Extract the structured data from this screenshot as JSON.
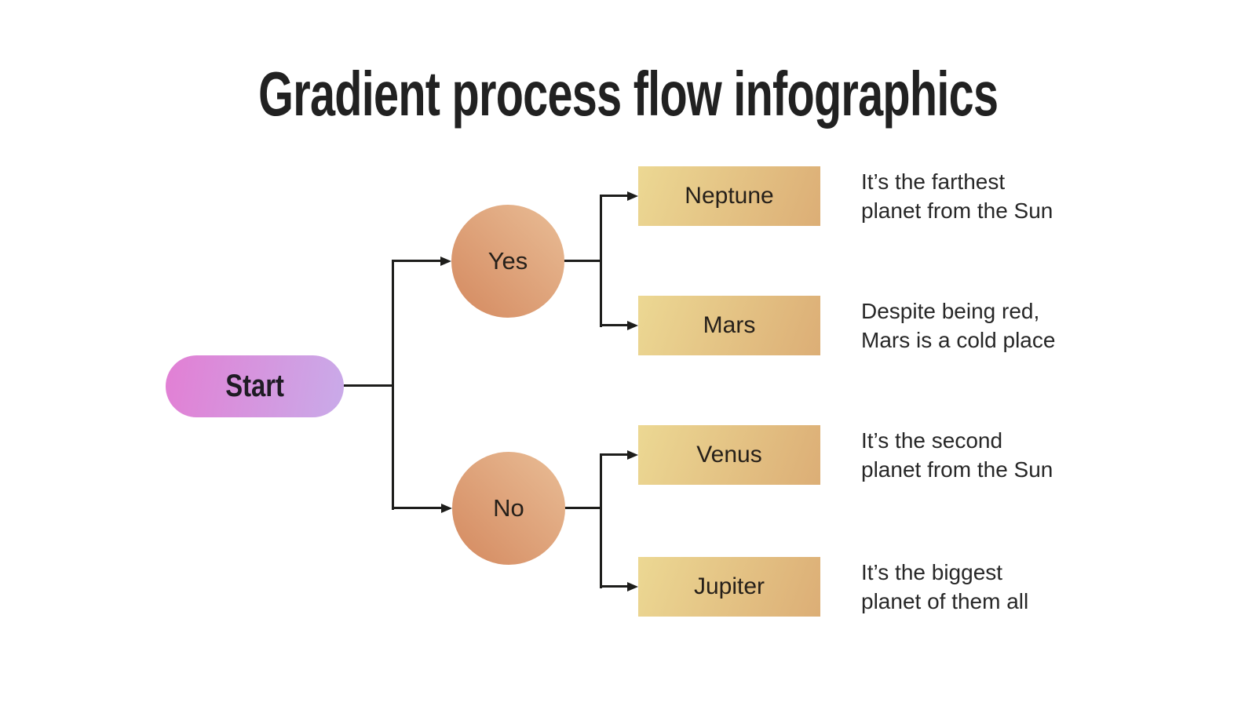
{
  "title": "Gradient process flow infographics",
  "flow": {
    "start_label": "Start",
    "branches": [
      {
        "label": "Yes",
        "children": [
          {
            "label": "Neptune",
            "description": "It’s the farthest\nplanet from the Sun"
          },
          {
            "label": "Mars",
            "description": "Despite being red,\nMars is a cold place"
          }
        ]
      },
      {
        "label": "No",
        "children": [
          {
            "label": "Venus",
            "description": "It’s the second\nplanet from the Sun"
          },
          {
            "label": "Jupiter",
            "description": "It’s the biggest\nplanet of them all"
          }
        ]
      }
    ]
  },
  "colors": {
    "background": "#ffffff",
    "title-text": "#212121",
    "node-text": "#26201a",
    "desc-text": "#272727",
    "line": "#1d1d1b",
    "pill-from": "#e27fd4",
    "pill-to": "#c9abe9",
    "circle-light": "#e9bd96",
    "circle-dark": "#d4895f",
    "box-from": "#ecd893",
    "box-to": "#dcae76"
  }
}
